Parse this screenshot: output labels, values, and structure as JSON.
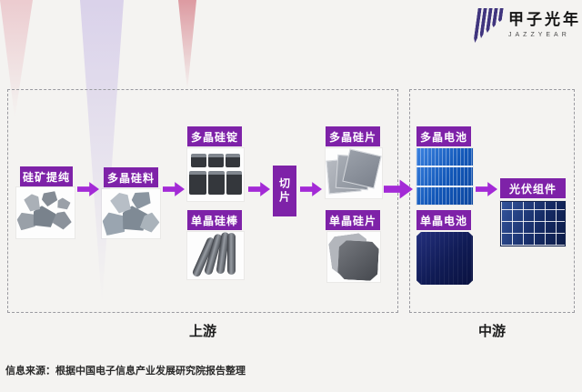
{
  "logo": {
    "brand": "甲子光年",
    "subtitle": "JAZZYEAR"
  },
  "upstream": {
    "section_label": "上游",
    "nodes": {
      "ore": "硅矿提纯",
      "poly_material": "多晶硅料",
      "poly_ingot": "多晶硅锭",
      "mono_rod": "单晶硅棒",
      "slicing": "切片",
      "poly_wafer": "多晶硅片",
      "mono_wafer": "单晶硅片"
    }
  },
  "midstream": {
    "section_label": "中游",
    "nodes": {
      "poly_cell": "多晶电池",
      "mono_cell": "单晶电池",
      "module": "光伏组件"
    }
  },
  "footer": {
    "source": "信息来源：根据中国电子信息产业发展研究院报告整理"
  },
  "colors": {
    "chip": "#7e22a8",
    "arrow": "#a32ad6",
    "brand": "#40357e"
  }
}
